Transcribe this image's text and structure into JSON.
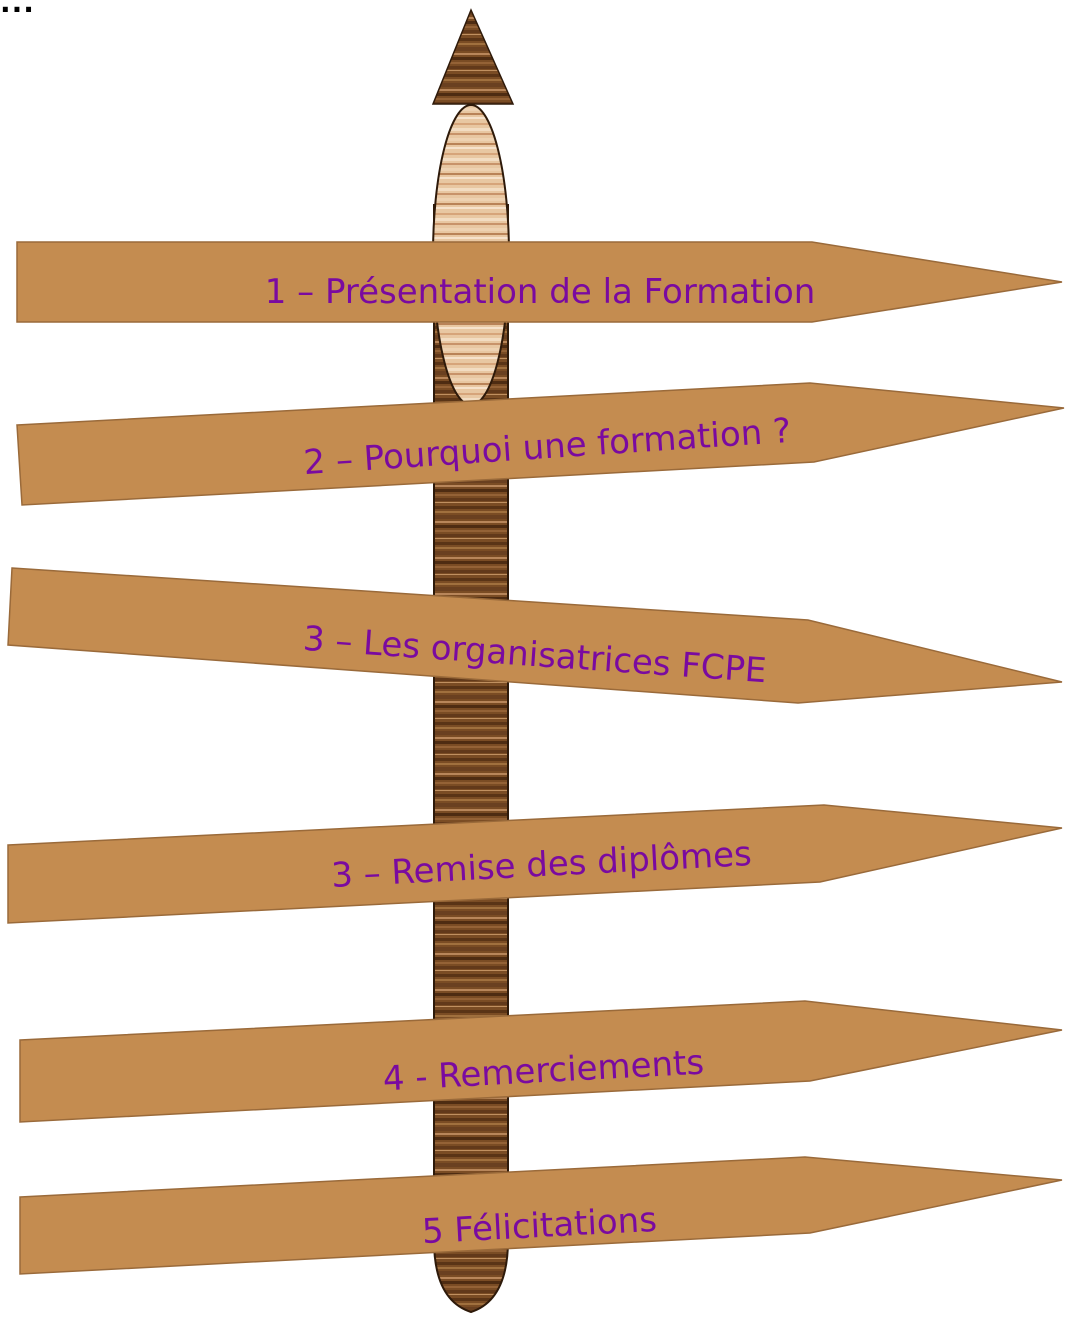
{
  "corner_text": "...",
  "colors": {
    "sign_fill": "#c48c50",
    "sign_stroke": "#8a6034",
    "text": "#7a0aa0",
    "pole_dark": "#6e4420",
    "pole_light": "#e6c49e"
  },
  "signs": [
    {
      "label": "1 – Présentation de la Formation"
    },
    {
      "label": "2 – Pourquoi une formation ?"
    },
    {
      "label": "3 – Les organisatrices FCPE"
    },
    {
      "label": "3 – Remise des diplômes"
    },
    {
      "label": "4 - Remerciements"
    },
    {
      "label": "5 Félicitations"
    }
  ]
}
